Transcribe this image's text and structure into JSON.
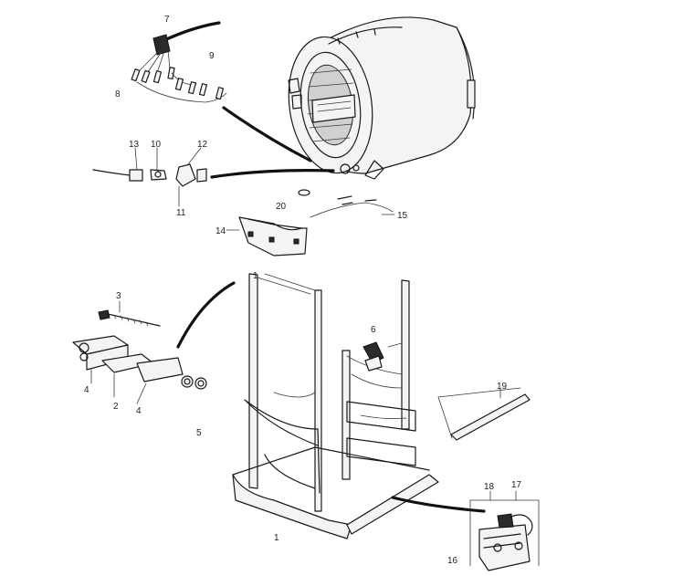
{
  "callouts": {
    "c_7_top": "7",
    "c_9_top": "9",
    "c_8_top": "8",
    "c_13": "13",
    "c_10": "10",
    "c_12": "12",
    "c_11": "11",
    "c_20": "20",
    "c_15": "15",
    "c_14": "14",
    "c_1_top": "1",
    "c_3": "3",
    "c_6": "6",
    "c_2": "2",
    "c_4_left": "4",
    "c_4_mid": "4",
    "c_5": "5",
    "c_19": "19",
    "c_18": "18",
    "c_17": "17",
    "c_16": "16",
    "c_1_bottom": "1"
  },
  "colors": {
    "line": "#1a1a1a",
    "background": "#ffffff"
  }
}
